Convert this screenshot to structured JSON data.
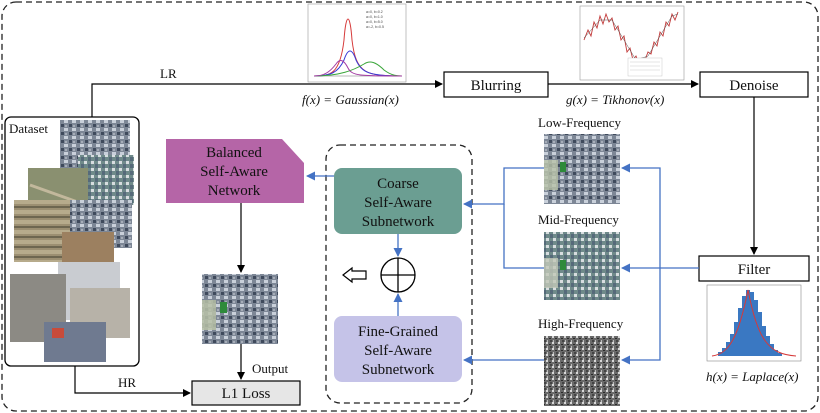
{
  "diagram": {
    "dataset_label": "Dataset",
    "lr_label": "LR",
    "hr_label": "HR",
    "blurring_label": "Blurring",
    "denoise_label": "Denoise",
    "filter_label": "Filter",
    "l1_loss_label": "L1 Loss",
    "output_label": "Output",
    "gaussian_formula": "f(x) = Gaussian(x)",
    "tikhonov_formula": "g(x) = Tikhonov(x)",
    "laplace_formula": "h(x) = Laplace(x)",
    "low_freq_label": "Low-Frequency",
    "mid_freq_label": "Mid-Frequency",
    "high_freq_label": "High-Frequency",
    "balanced_network": [
      "Balanced",
      "Self-Aware",
      "Network"
    ],
    "coarse_subnetwork": [
      "Coarse",
      "Self-Aware",
      "Subnetwork"
    ],
    "fine_subnetwork": [
      "Fine-Grained",
      "Self-Aware",
      "Subnetwork"
    ],
    "gaussian_legend": [
      "a=0, b=0.2",
      "a=0, b=1.0",
      "a=0, b=5.0",
      "a=-2, b=0.5"
    ]
  },
  "colors": {
    "balanced_fill": "#b565a7",
    "coarse_fill": "#6b9e92",
    "fine_fill": "#c5c3e8",
    "arrow_blue": "#4472c4",
    "box_grey": "#e6e6e6"
  }
}
